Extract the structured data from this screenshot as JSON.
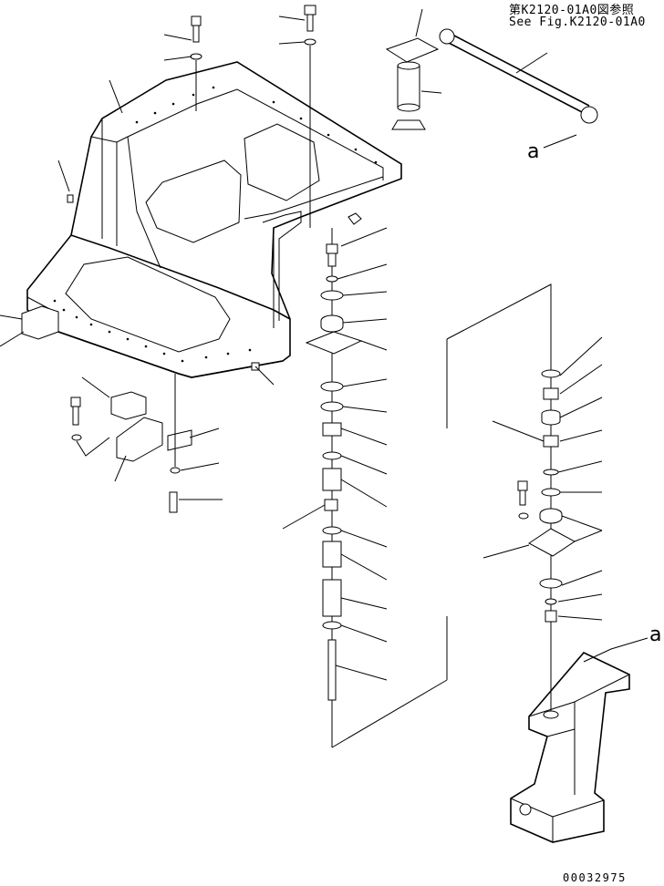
{
  "references": {
    "jp": "第K2120-01A0図参照",
    "en": "See Fig.K2120-01A0"
  },
  "view_labels": [
    "a",
    "a"
  ],
  "drawing_number": "00032975",
  "colors": {
    "ink": "#000000",
    "paper": "#ffffff"
  }
}
